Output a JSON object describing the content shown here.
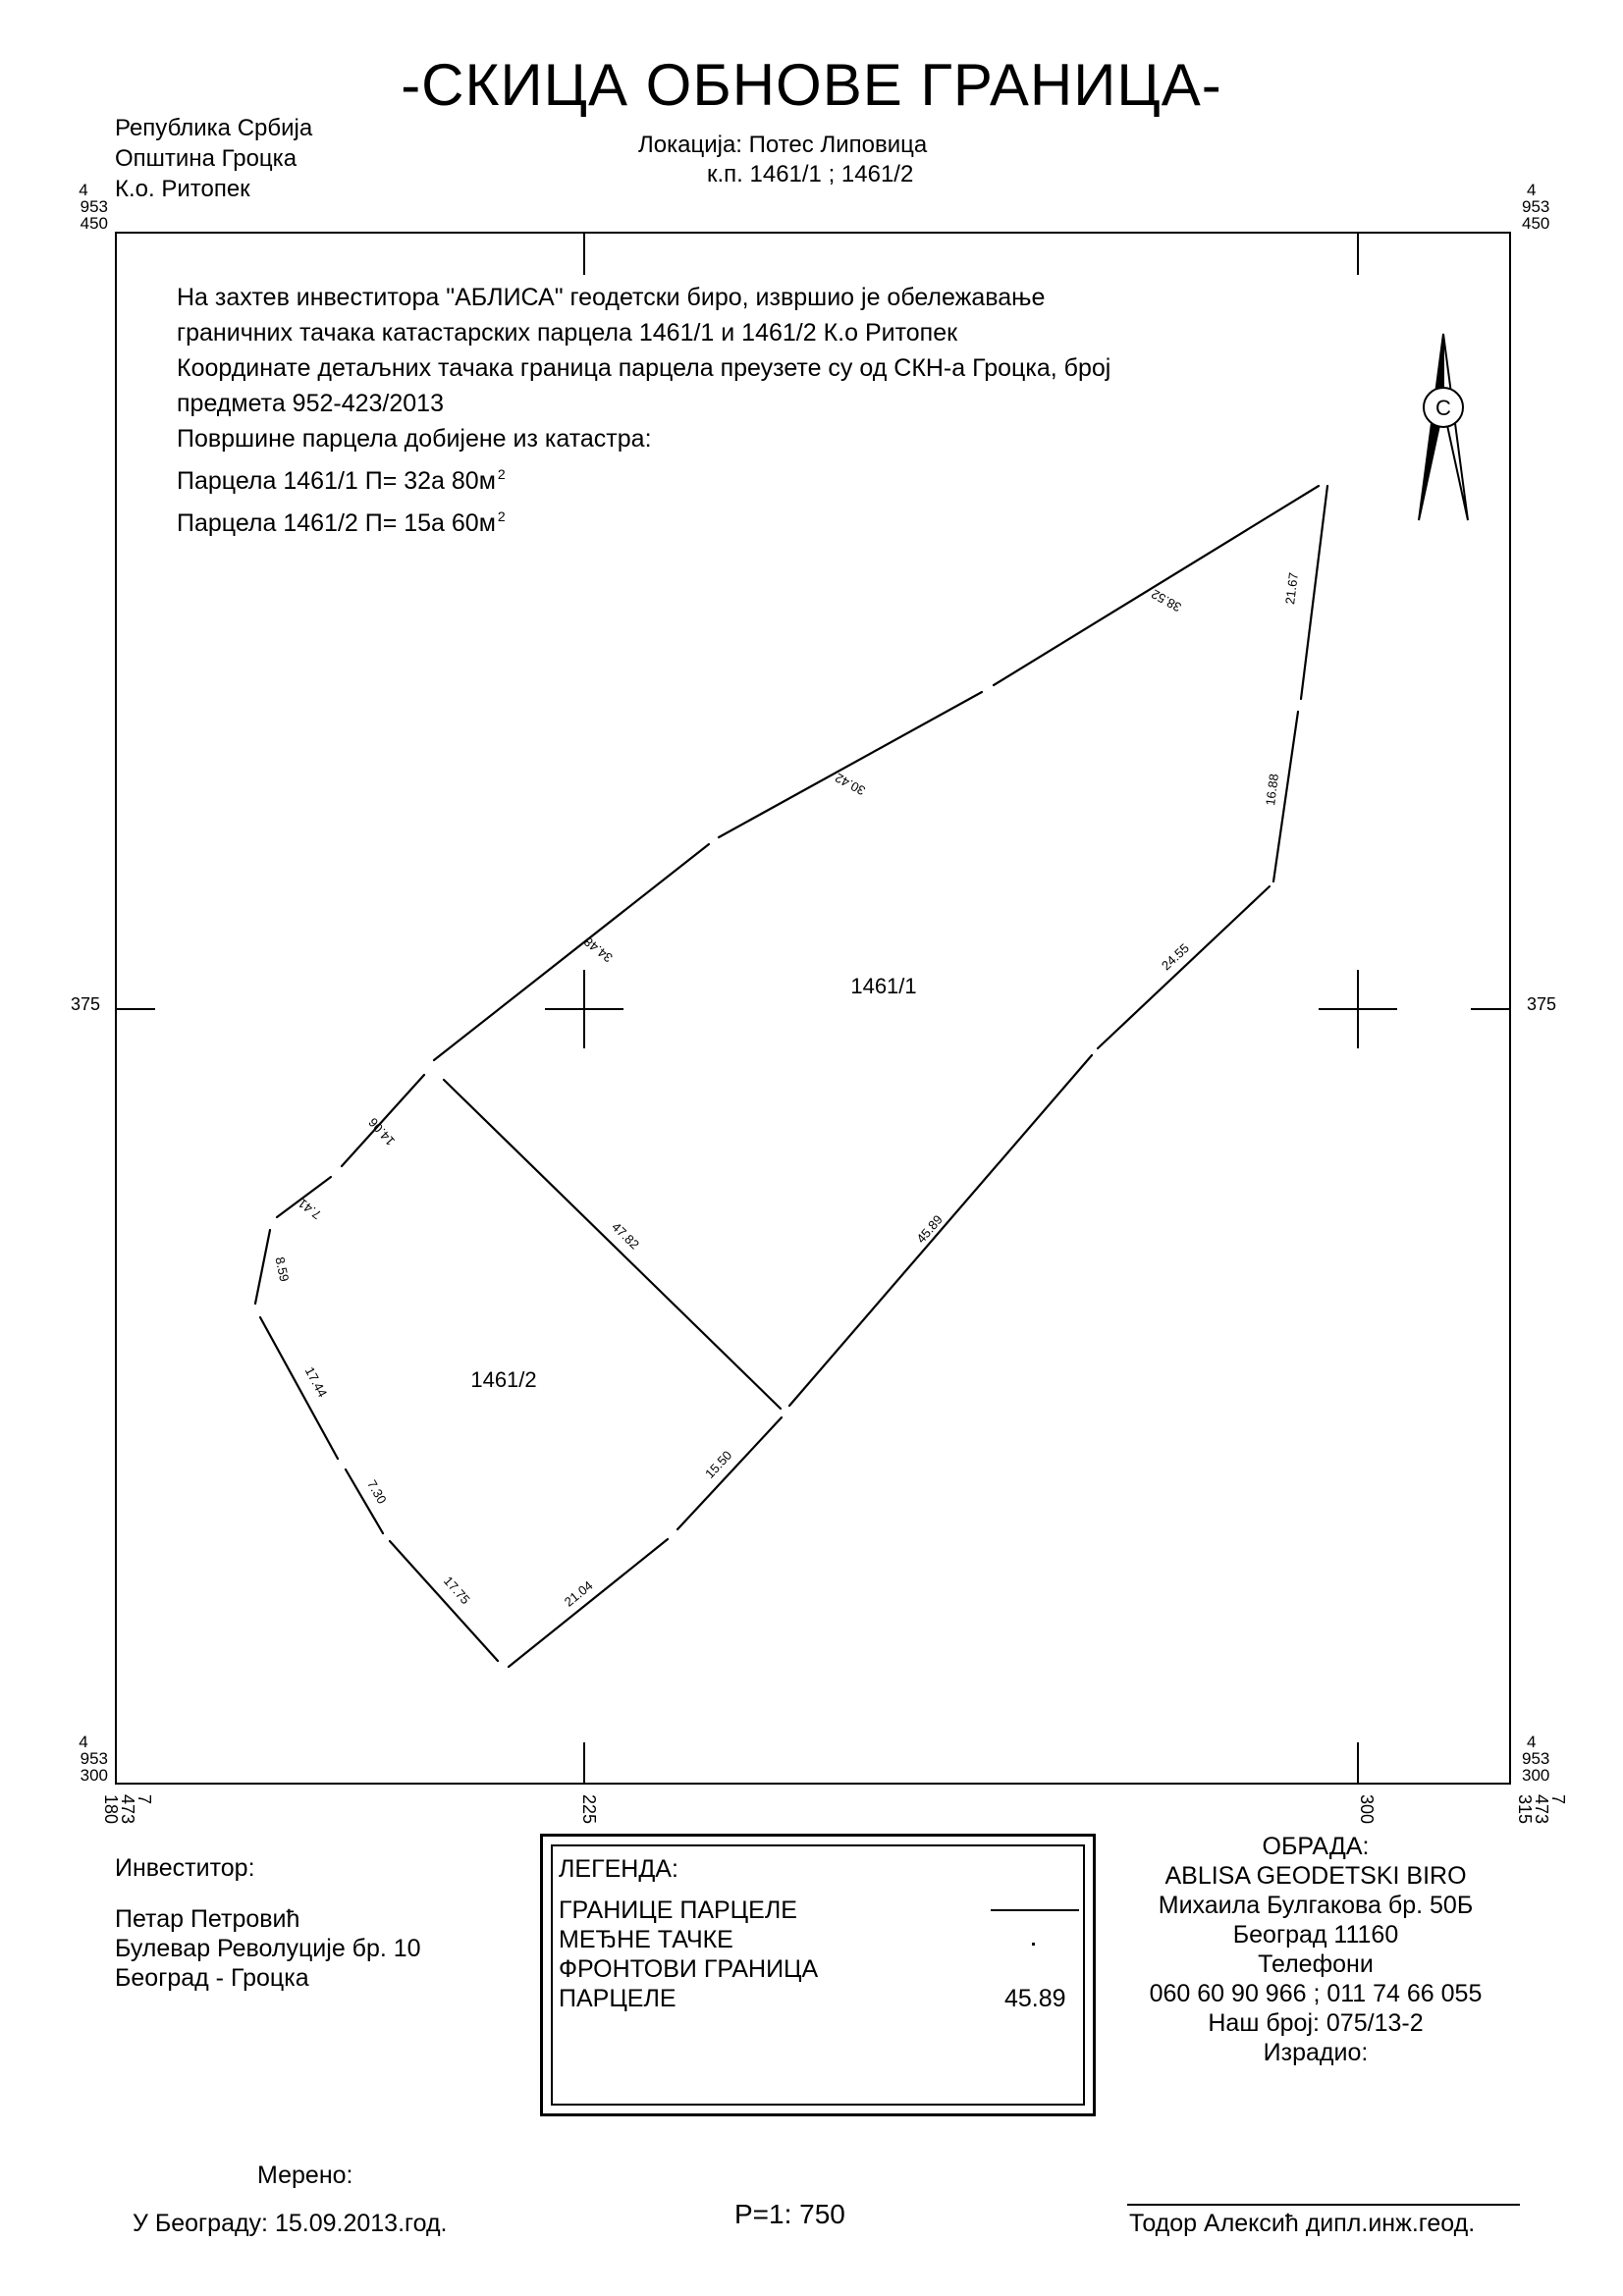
{
  "title": "-СКИЦА ОБНОВЕ ГРАНИЦА-",
  "header_left": [
    "Република Србија",
    "Општина  Гроцка",
    "К.о. Ритопек"
  ],
  "location": {
    "line1": "Локација: Потес Липовица",
    "line2": "к.п.  1461/1 ; 1461/2"
  },
  "description": [
    "На захтев инвеститора \"АБЛИСА\" геодетски биро, извршио је обележавање",
    "граничних тачака катастарских парцела 1461/1 и 1461/2 К.о Ритопек",
    "Координате детаљних тачака граница парцела преузете су од СКН-а Гроцка, број",
    "предмета 952-423/2013",
    "Површине парцела добијене из катастра:"
  ],
  "areas": [
    {
      "text": "Парцела 1461/1  П= 32а 80м",
      "sup": "2"
    },
    {
      "text": "Парцела 1461/2  П= 15а 60м",
      "sup": "2"
    }
  ],
  "north_label": "С",
  "grid": {
    "corner_top": [
      "4",
      "953",
      "450"
    ],
    "corner_bottom": [
      "4",
      "953",
      "300"
    ],
    "side_middle": "375",
    "bottom_labels": [
      "7\n473\n180",
      "225",
      "300",
      "7\n473\n315"
    ]
  },
  "parcels": [
    {
      "id": "1461/1"
    },
    {
      "id": "1461/2"
    }
  ],
  "segments": [
    "34.48",
    "30.42",
    "38.52",
    "21.67",
    "16.88",
    "24.55",
    "45.89",
    "15.50",
    "21.04",
    "17.75",
    "7.30",
    "17.44",
    "8.59",
    "7.41",
    "14.06",
    "47.82"
  ],
  "investor": {
    "heading": "Инвеститор:",
    "lines": [
      "Петар Петровић",
      "Булевар Револуције бр. 10",
      "Београд - Гроцка"
    ]
  },
  "legend": {
    "heading": "ЛЕГЕНДА:",
    "items": [
      "ГРАНИЦЕ ПАРЦЕЛЕ",
      "МЕЂНЕ ТАЧКЕ",
      "ФРОНТОВИ ГРАНИЦА",
      "ПАРЦЕЛЕ"
    ],
    "sample_value": "45.89"
  },
  "office": {
    "heading": "ОБРАДА:",
    "lines": [
      "ABLISA GEODETSKI BIRO",
      "Михаила Булгакова бр. 50Б",
      "Београд 11160",
      "Телефони",
      "060 60 90 966 ; 011 74 66 055",
      "Наш број: 075/13-2",
      "Израдио:"
    ]
  },
  "measured_label": "Мерено:",
  "place_date": "У Београду: 15.09.2013.год.",
  "scale": "Р=1: 750",
  "signature": "Тодор Алексић дипл.инж.геод."
}
